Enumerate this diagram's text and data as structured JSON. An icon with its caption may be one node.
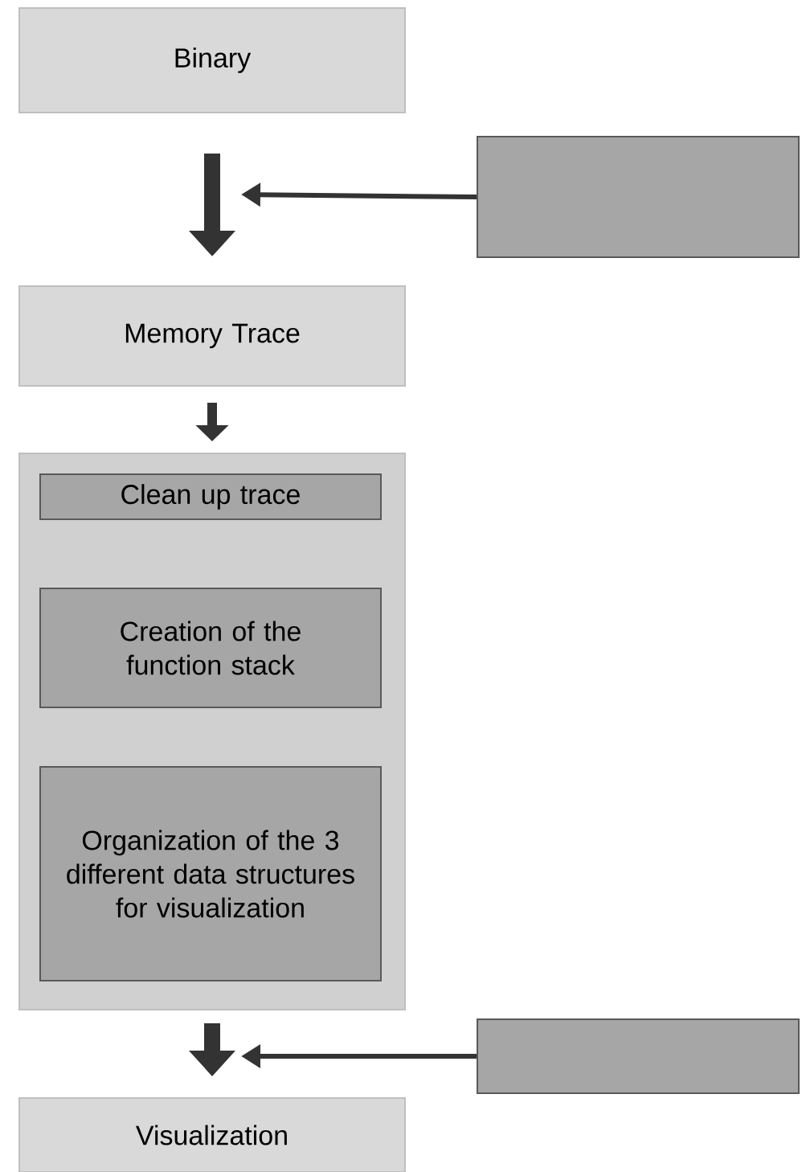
{
  "diagram": {
    "nodes": [
      {
        "text": [
          "Binary"
        ]
      },
      {
        "text": [],
        "shape": "box"
      },
      {
        "text": [
          "Memory Trace"
        ]
      },
      {
        "text": [],
        "shape": "box"
      },
      {
        "text": [
          "Clean up trace"
        ],
        "in": 3
      },
      {
        "text": [
          "Creation of the function stack"
        ],
        "in": 3
      },
      {
        "text": [
          "Organization of the 3 different data structures for visualization"
        ],
        "in": 3
      },
      {
        "text": [],
        "shape": "box"
      },
      {
        "text": [
          "Visualization"
        ]
      }
    ],
    "edges": [
      {
        "from": 0,
        "to": 2,
        "arrow": "to"
      },
      {
        "from": 1,
        "to": null,
        "arrow": "to"
      },
      {
        "from": 2,
        "to": 3,
        "arrow": "to"
      },
      {
        "from": 3,
        "to": 8,
        "arrow": "to"
      },
      {
        "from": 7,
        "to": null,
        "arrow": "to"
      }
    ]
  }
}
